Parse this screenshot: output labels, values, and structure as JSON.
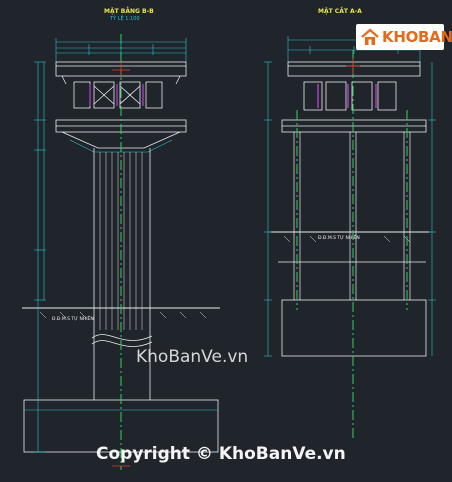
{
  "left_view": {
    "title": "MẶT BẰNG B-B",
    "subtitle": "TỶ LỆ 1:100",
    "ground_label": "Đ.Đ.M.S TỰ NHIÊN"
  },
  "right_view": {
    "title": "MẶT CẮT A-A",
    "ground_label": "Đ.Đ.M.S TỰ NHIÊN"
  },
  "logo": {
    "text": "KHOBANVE"
  },
  "watermarks": {
    "middle": "KhoBanVe.vn",
    "bottom": "Copyright © KhoBanVe.vn"
  },
  "colors": {
    "background": "#20242b",
    "drawing_white": "#e9eef0",
    "dimension_cyan": "#27c3cf",
    "centerline_green": "#31d35a",
    "accent_yellow": "#e8e84a",
    "logo_orange": "#e46b1b",
    "bearing_magenta": "#c23fd6"
  }
}
